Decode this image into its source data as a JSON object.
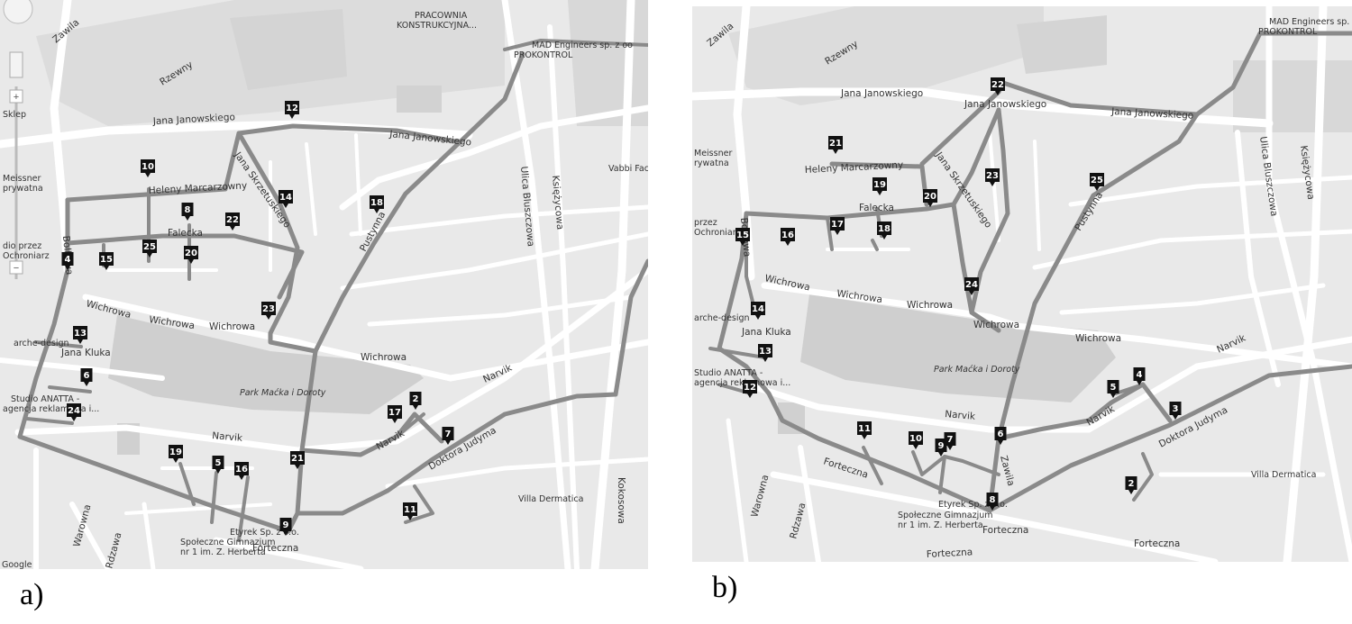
{
  "captions": {
    "a": "a)",
    "b": "b)"
  },
  "colors": {
    "route": "#8a8a8a",
    "road": "#ffffff",
    "park": "#cfcfcf",
    "land": "#e9e9e9",
    "marker": "#111111"
  },
  "map_a": {
    "streets": {
      "zawila": "Zawila",
      "rzewny": "Rzewny",
      "janowskiego1": "Jana Janowskiego",
      "janowskiego2": "Jana Janowskiego",
      "skrzetuskiego": "Jana Skrzetuskiego",
      "heleny": "Heleny Marcarzowny",
      "falecka": "Falecka",
      "wichrowa1": "Wichrowa",
      "wichrowa2": "Wichrowa",
      "wichrowa3": "Wichrowa",
      "wichrowa4": "Wichrowa",
      "narvik1": "Narvik",
      "narvik2": "Narvik",
      "narvik3": "Narvik",
      "kluka": "Jana Kluka",
      "pustynna": "Pustynna",
      "doktora": "Doktora Judyma",
      "bluszczowa": "Ulica Bluszczowa",
      "ksiezycowa": "Księżycowa",
      "kokosowa": "Kokosowa",
      "warowna": "Warowna",
      "rdzawa": "Rdzawa",
      "forteczna": "Forteczna",
      "bolkowa": "Bolkowa"
    },
    "pois": {
      "pracownia1": "PRACOWNIA",
      "pracownia2": "KONSTRUKCYJNA...",
      "mad": "MAD Engineers sp. z oo",
      "prokontrol": "PROKONTROL",
      "vabbi": "Vabbi Facto",
      "meissner1": "Meissner",
      "meissner2": "prywatna",
      "sklepy": "Sklep",
      "studio_przez": "dio przez",
      "ochroniarz": "Ochroniarz",
      "arche": "arche-design",
      "anatta1": "Studio ANATTA -",
      "anatta2": "agencja reklamowa i...",
      "park": "Park Maćka i Doroty",
      "villa": "Villa Dermatica",
      "etyrek": "Etyrek Sp. z o.o.",
      "gimn1": "Społeczne Gimnazjum",
      "gimn2": "nr 1 im. Z. Herberta",
      "google": "Google"
    },
    "markers": [
      "2",
      "4",
      "5",
      "6",
      "7",
      "8",
      "9",
      "10",
      "11",
      "12",
      "13",
      "14",
      "15",
      "16",
      "17",
      "18",
      "19",
      "20",
      "21",
      "22",
      "23",
      "24",
      "25"
    ]
  },
  "map_b": {
    "streets": {
      "zawila": "Zawila",
      "rzewny": "Rzewny",
      "janowskiego1": "Jana Janowskiego",
      "janowskiego2": "Jana Janowskiego",
      "janowskiego3": "Jana Janowskiego",
      "skrzetuskiego": "Jana Skrzetuskiego",
      "heleny": "Heleny Marcarzowny",
      "falecka": "Falecka",
      "wichrowa1": "Wichrowa",
      "wichrowa2": "Wichrowa",
      "wichrowa3": "Wichrowa",
      "wichrowa4": "Wichrowa",
      "wichrowa5": "Wichrowa",
      "narvik1": "Narvik",
      "narvik2": "Narvik",
      "narvik3": "Narvik",
      "kluka": "Jana Kluka",
      "pustynna": "Pustynna",
      "doktora": "Doktora Judyma",
      "bluszczowa": "Ulica Bluszczowa",
      "ksiezycowa": "Księżycowa",
      "bolkowa": "Bolkowa",
      "forteczna1": "Forteczna",
      "forteczna2": "Forteczna",
      "forteczna3": "Forteczna",
      "forteczna4": "Forteczna",
      "warowna": "Warowna",
      "rdzawa": "Rdzawa",
      "zawila2": "Zawila"
    },
    "pois": {
      "mad": "MAD Engineers sp. z oo",
      "prokontrol": "PROKONTROL",
      "meissner1": "Meissner",
      "meissner2": "rywatna",
      "przez": "przez",
      "ochroniarz": "Ochroniarz",
      "arche": "arche-design",
      "anatta1": "Studio ANATTA -",
      "anatta2": "agencja reklamowa i...",
      "park": "Park Maćka i Doroty",
      "villa": "Villa Dermatica",
      "etyrek": "Etyrek Sp. z o.o.",
      "gimn1": "Społeczne Gimnazjum",
      "gimn2": "nr 1 im. Z. Herberta"
    },
    "markers": [
      "2",
      "3",
      "4",
      "5",
      "6",
      "7",
      "8",
      "9",
      "10",
      "11",
      "12",
      "13",
      "14",
      "15",
      "16",
      "17",
      "18",
      "19",
      "20",
      "21",
      "22",
      "23",
      "24",
      "25"
    ]
  }
}
